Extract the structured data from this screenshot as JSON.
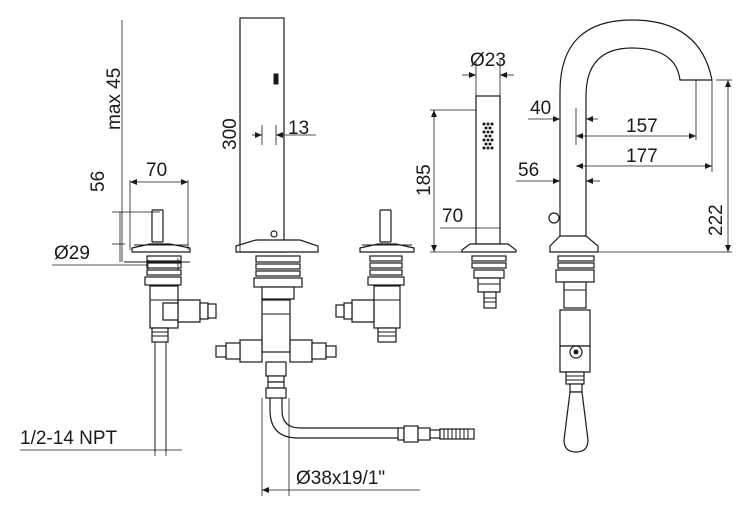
{
  "dimensions": {
    "max_45": "max 45",
    "d56_left": "56",
    "d70_left": "70",
    "d29": "Ø29",
    "npt": "1/2-14 NPT",
    "d300": "300",
    "d13": "13",
    "hose": "Ø38x19/1\"",
    "d23": "Ø23",
    "d185": "185",
    "d70_mid": "70",
    "d40": "40",
    "d157": "157",
    "d177": "177",
    "d56_right": "56",
    "d222": "222"
  }
}
